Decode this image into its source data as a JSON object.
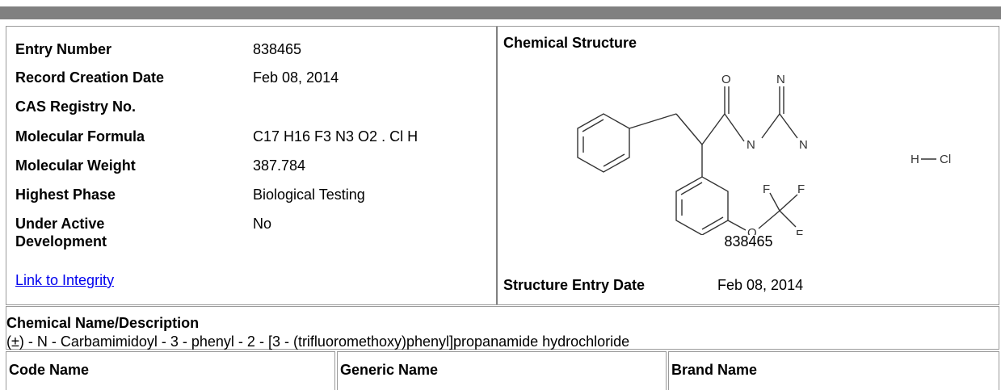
{
  "record": {
    "fields": [
      {
        "label": "Entry Number",
        "value": "838465"
      },
      {
        "label": "Record Creation Date",
        "value": "Feb 08, 2014"
      },
      {
        "label": "CAS Registry No.",
        "value": ""
      },
      {
        "label": "Molecular Formula",
        "value": "C17 H16 F3 N3 O2 . Cl H"
      },
      {
        "label": "Molecular Weight",
        "value": "387.784"
      },
      {
        "label": "Highest Phase",
        "value": "Biological Testing"
      },
      {
        "label": "Under Active Development",
        "value": "No"
      }
    ],
    "link_label": "Link to Integrity"
  },
  "structure": {
    "title": "Chemical Structure",
    "atom_labels": {
      "o": "O",
      "n1": "N",
      "n2": "N",
      "n3": "N",
      "f1": "F",
      "f2": "F",
      "f3": "F",
      "o2": "O",
      "h": "H",
      "cl": "Cl"
    },
    "id_label": "838465",
    "entry_date_label": "Structure Entry Date",
    "entry_date_value": "Feb 08, 2014"
  },
  "chemical_name": {
    "title": "Chemical Name/Description",
    "text": "(±) - N - Carbamimidoyl - 3 - phenyl - 2 - [3 - (trifluoromethoxy)phenyl]propanamide hydrochloride"
  },
  "name_table": {
    "headers": [
      "Code Name",
      "Generic Name",
      "Brand Name"
    ]
  }
}
